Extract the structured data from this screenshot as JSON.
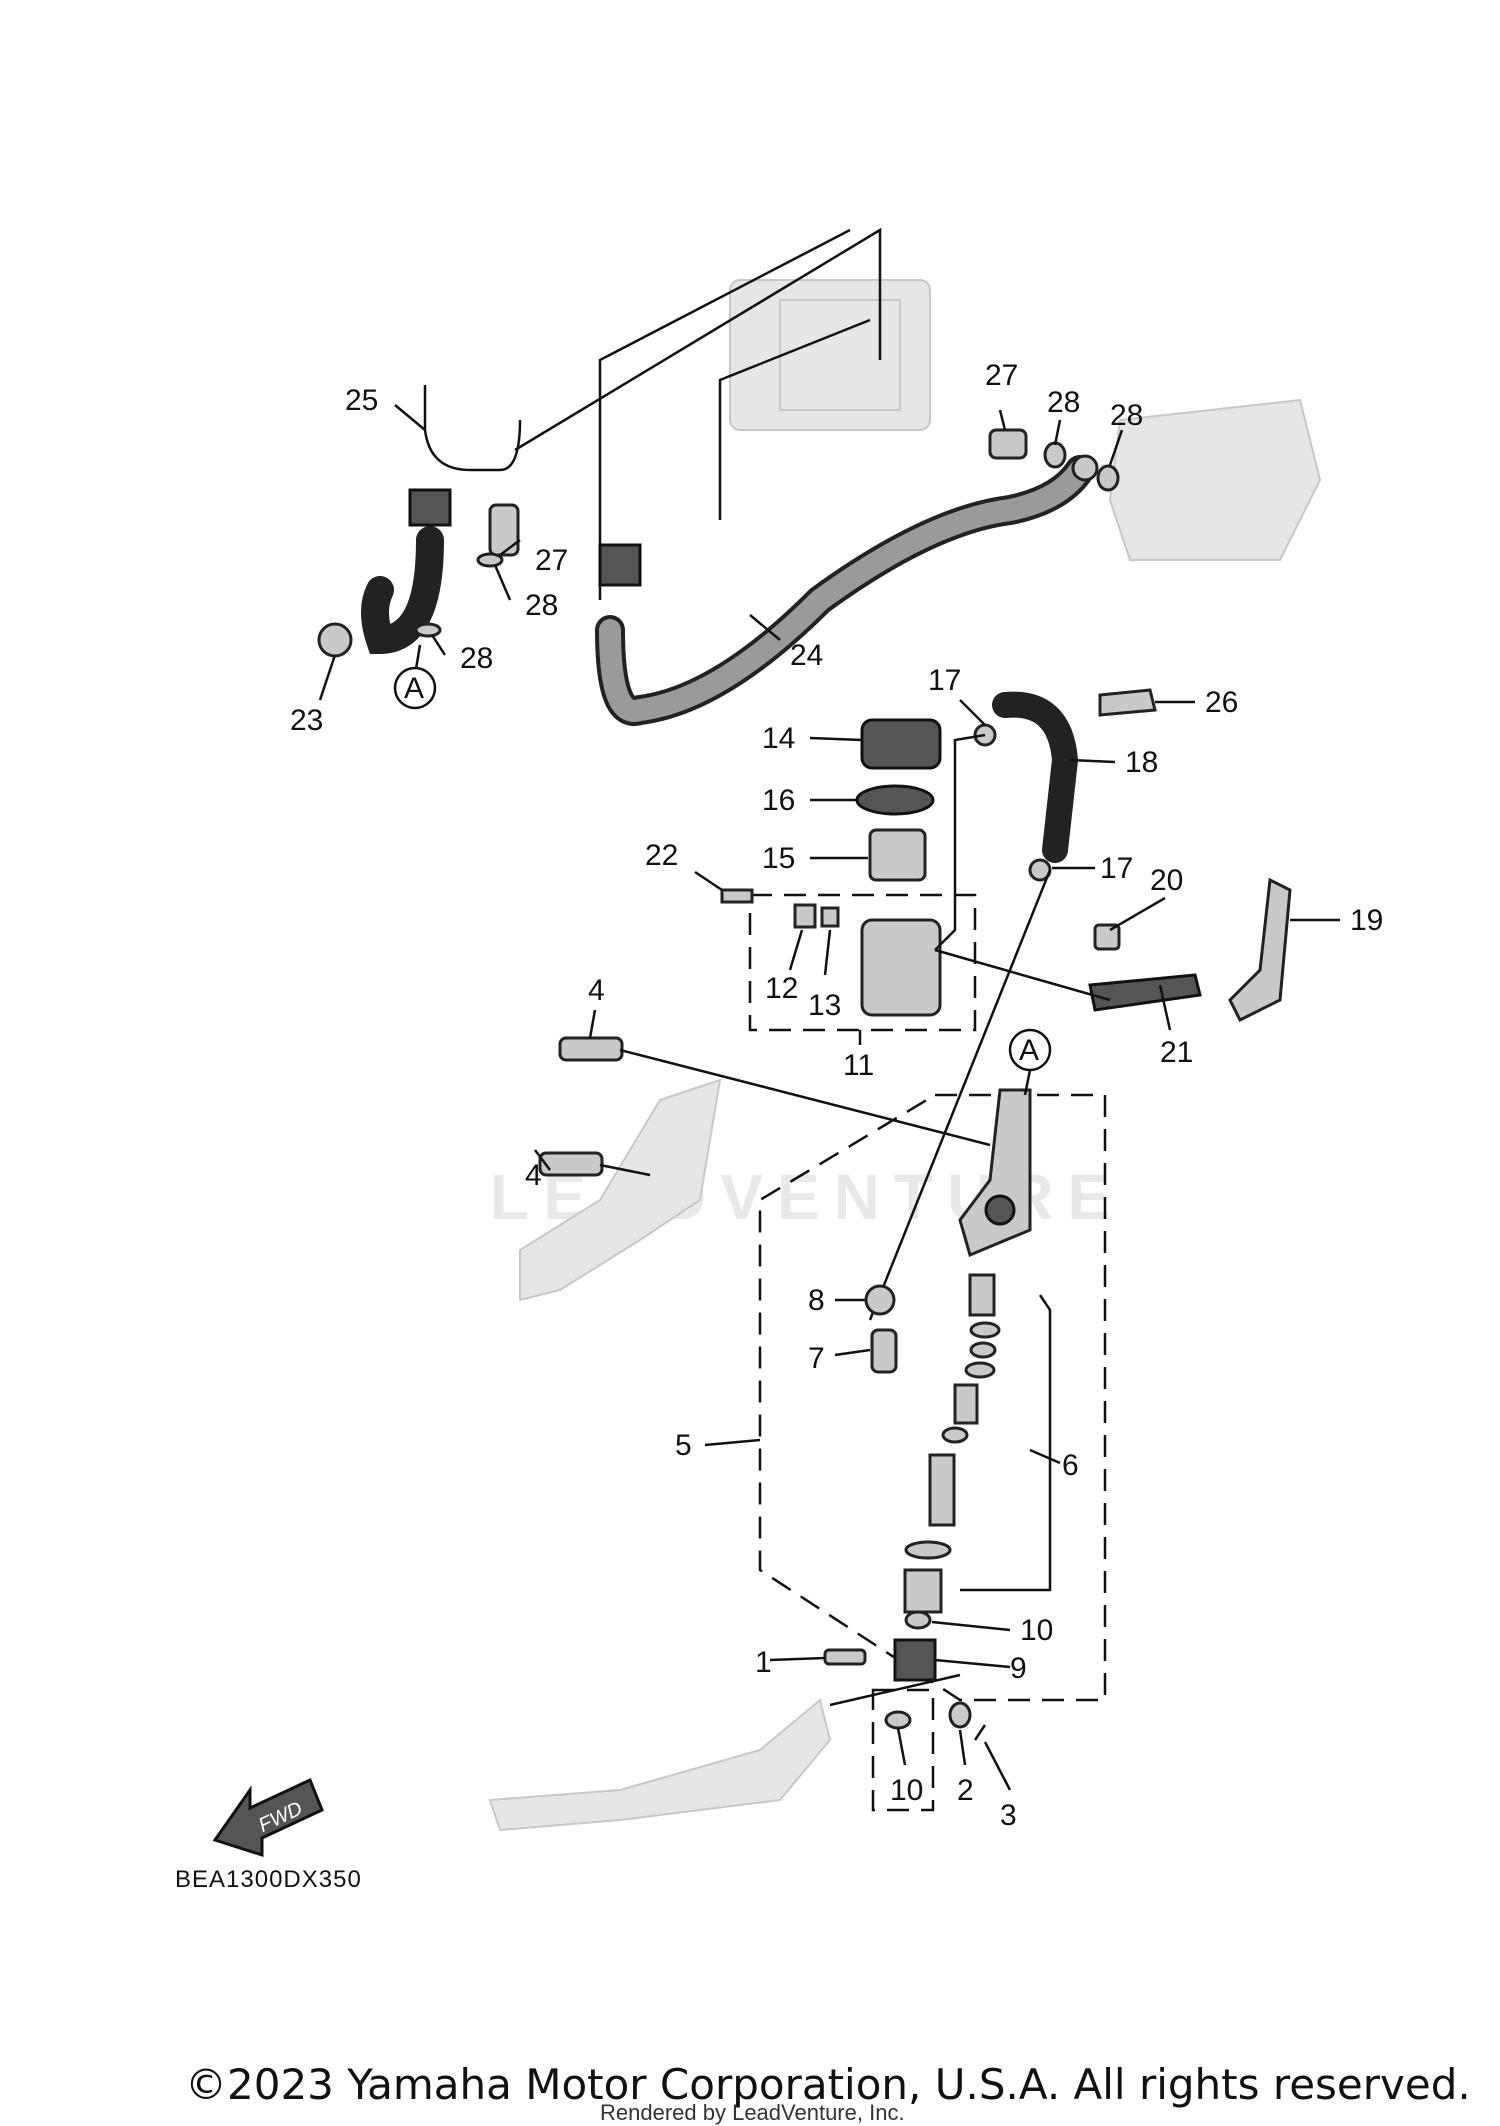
{
  "callouts": [
    {
      "id": "c25",
      "text": "25"
    },
    {
      "id": "c27a",
      "text": "27"
    },
    {
      "id": "c28a",
      "text": "28"
    },
    {
      "id": "c28b",
      "text": "28"
    },
    {
      "id": "c23",
      "text": "23"
    },
    {
      "id": "cA1",
      "text": "A"
    },
    {
      "id": "c24",
      "text": "24"
    },
    {
      "id": "c27b",
      "text": "27"
    },
    {
      "id": "c28c",
      "text": "28"
    },
    {
      "id": "c28d",
      "text": "28"
    },
    {
      "id": "c17a",
      "text": "17"
    },
    {
      "id": "c26",
      "text": "26"
    },
    {
      "id": "c14",
      "text": "14"
    },
    {
      "id": "c18",
      "text": "18"
    },
    {
      "id": "c16",
      "text": "16"
    },
    {
      "id": "c15",
      "text": "15"
    },
    {
      "id": "c22",
      "text": "22"
    },
    {
      "id": "c17b",
      "text": "17"
    },
    {
      "id": "c20",
      "text": "20"
    },
    {
      "id": "c19",
      "text": "19"
    },
    {
      "id": "c12",
      "text": "12"
    },
    {
      "id": "c13",
      "text": "13"
    },
    {
      "id": "c4a",
      "text": "4"
    },
    {
      "id": "c11",
      "text": "11"
    },
    {
      "id": "cA2",
      "text": "A"
    },
    {
      "id": "c21",
      "text": "21"
    },
    {
      "id": "c4b",
      "text": "4"
    },
    {
      "id": "c8",
      "text": "8"
    },
    {
      "id": "c7",
      "text": "7"
    },
    {
      "id": "c5",
      "text": "5"
    },
    {
      "id": "c6",
      "text": "6"
    },
    {
      "id": "c10a",
      "text": "10"
    },
    {
      "id": "c1",
      "text": "1"
    },
    {
      "id": "c9",
      "text": "9"
    },
    {
      "id": "c10b",
      "text": "10"
    },
    {
      "id": "c2",
      "text": "2"
    },
    {
      "id": "c3",
      "text": "3"
    }
  ],
  "diagram_code": "BEA1300DX350",
  "fwd_label": "FWD",
  "watermark": "LEADVENTURE",
  "copyright": "©2023 Yamaha Motor Corporation, U.S.A. All rights reserved.",
  "rendered_by": "Rendered by LeadVenture, Inc."
}
